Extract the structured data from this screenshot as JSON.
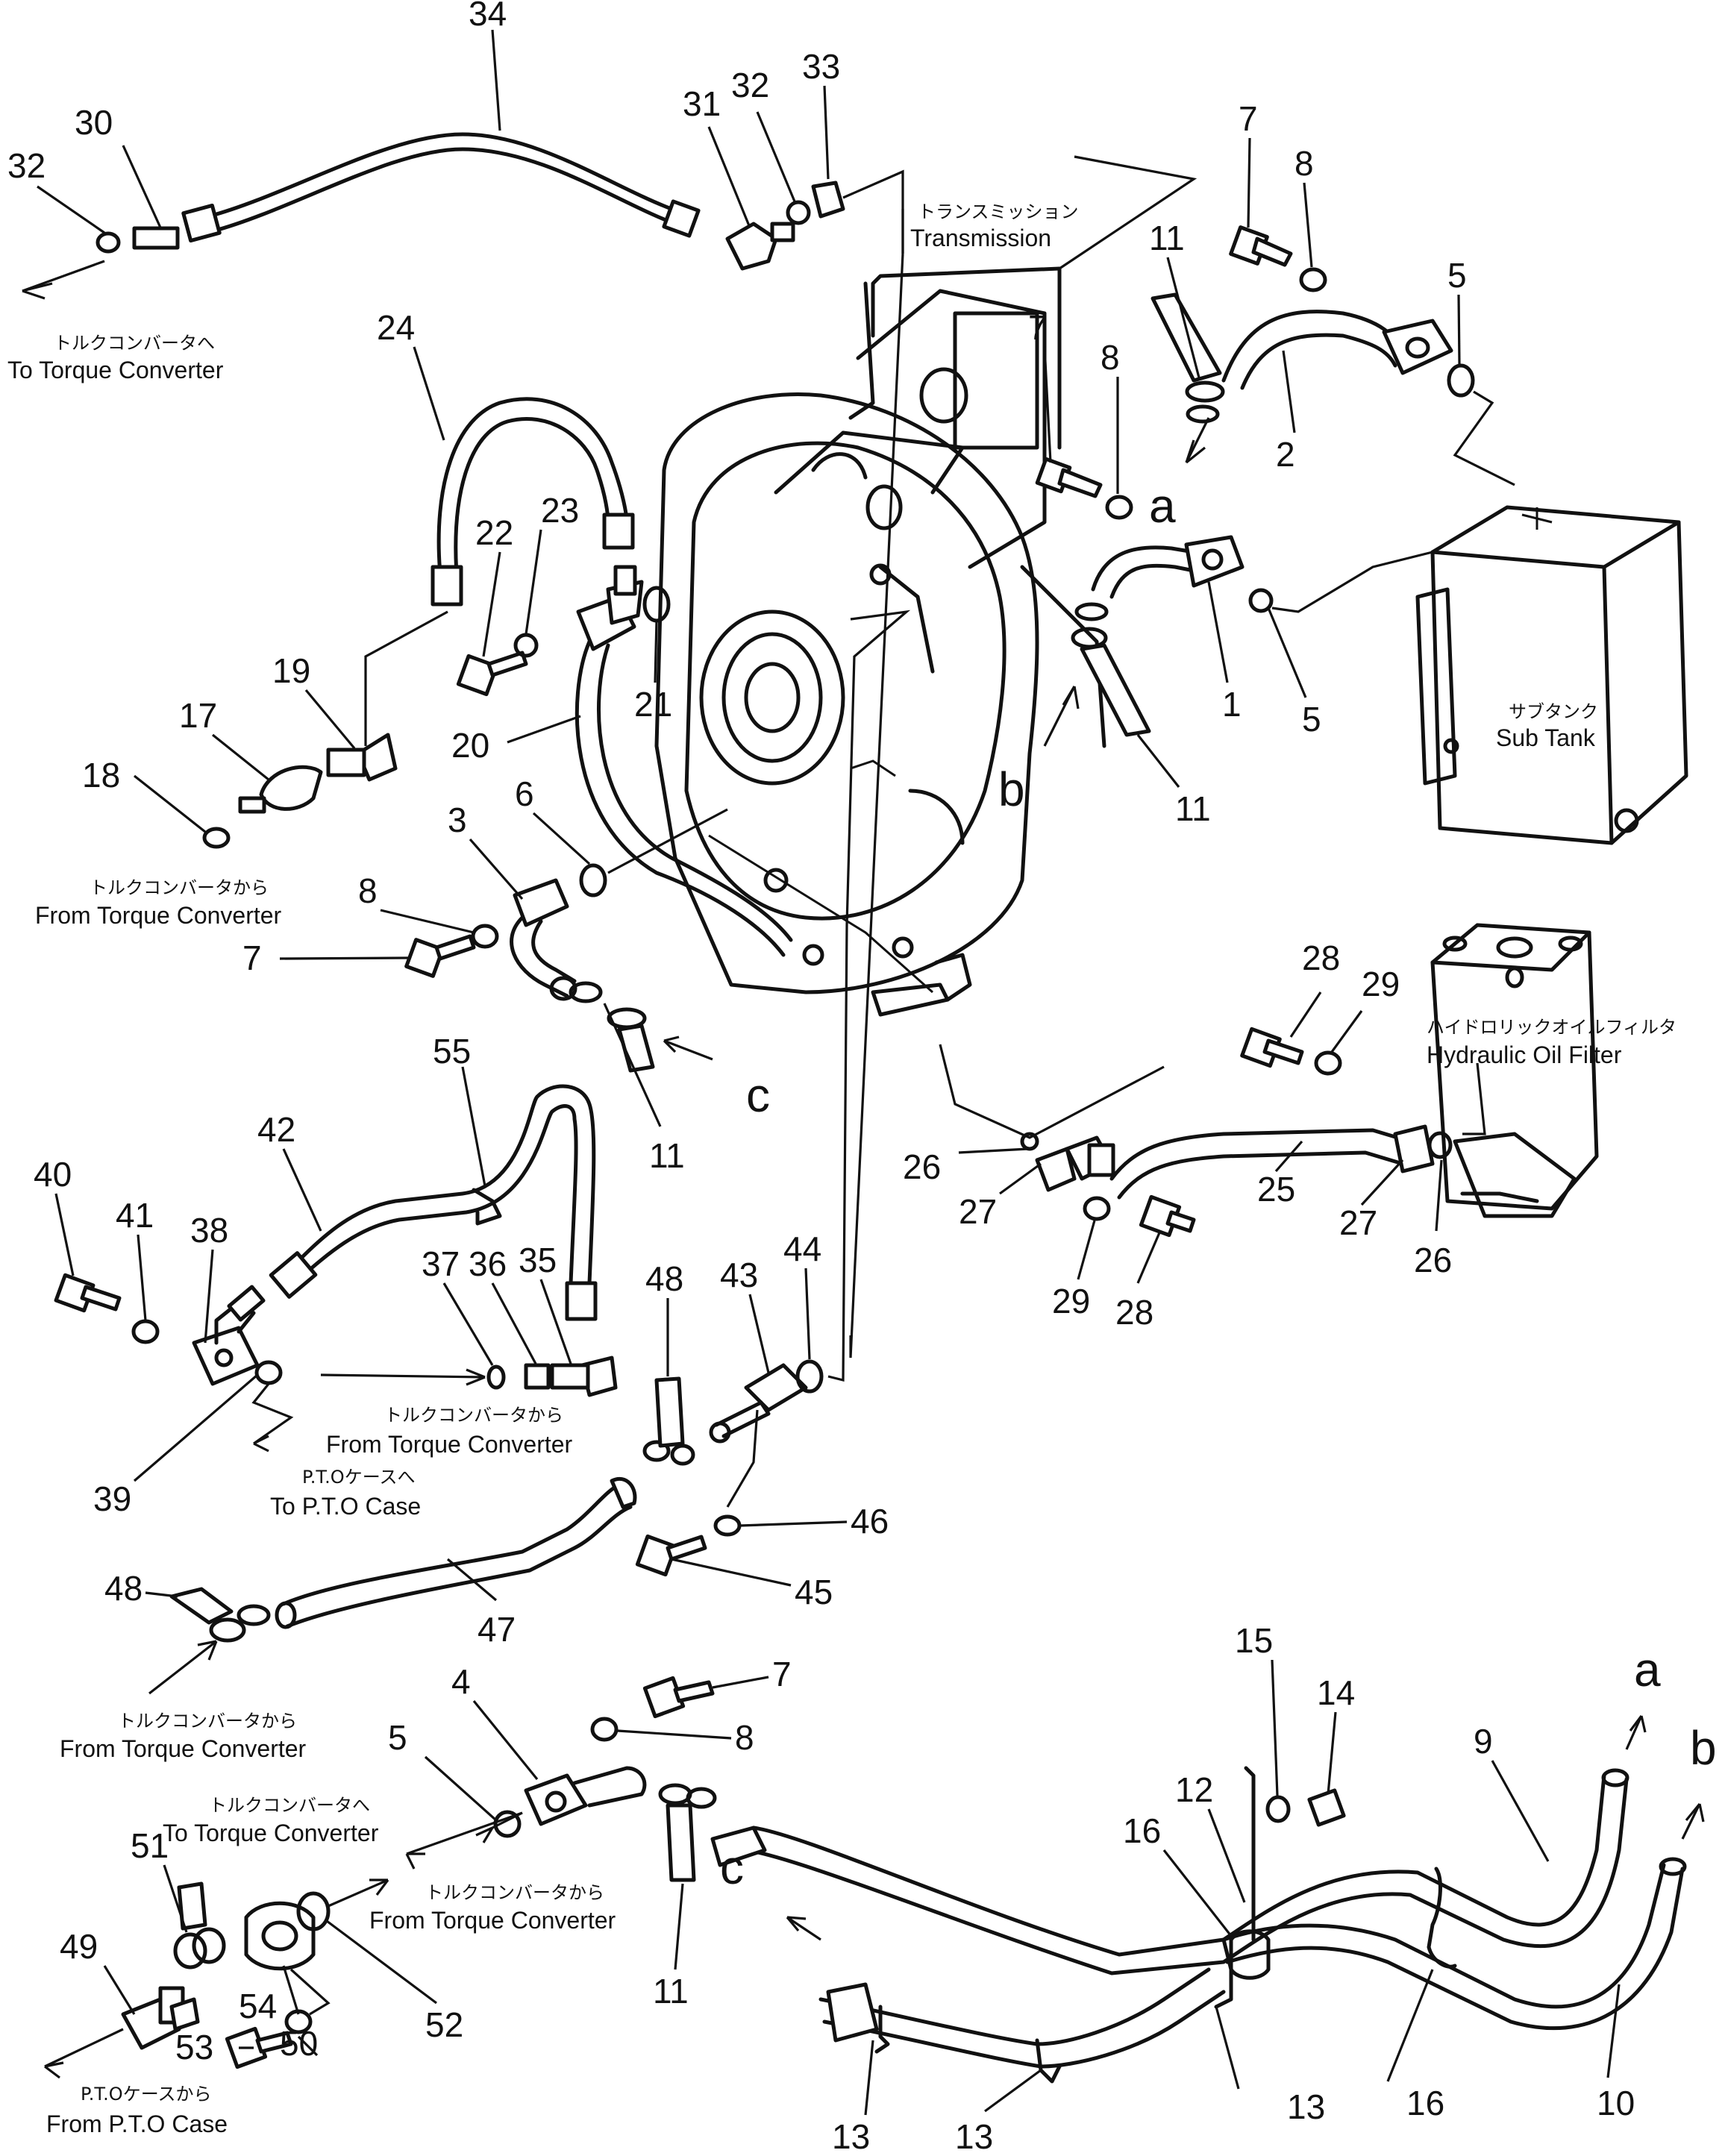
{
  "callouts": [
    {
      "id": "c34",
      "text": "34"
    },
    {
      "id": "c30",
      "text": "30"
    },
    {
      "id": "c32a",
      "text": "32"
    },
    {
      "id": "c31",
      "text": "31"
    },
    {
      "id": "c32b",
      "text": "32"
    },
    {
      "id": "c33",
      "text": "33"
    },
    {
      "id": "c7a",
      "text": "7"
    },
    {
      "id": "c8a",
      "text": "8"
    },
    {
      "id": "c11a",
      "text": "11"
    },
    {
      "id": "c5a",
      "text": "5"
    },
    {
      "id": "c2",
      "text": "2"
    },
    {
      "id": "c24",
      "text": "24"
    },
    {
      "id": "c7b",
      "text": "7"
    },
    {
      "id": "c8b",
      "text": "8"
    },
    {
      "id": "c22",
      "text": "22"
    },
    {
      "id": "c23",
      "text": "23"
    },
    {
      "id": "c1",
      "text": "1"
    },
    {
      "id": "c5b",
      "text": "5"
    },
    {
      "id": "c11b",
      "text": "11"
    },
    {
      "id": "c19",
      "text": "19"
    },
    {
      "id": "c17",
      "text": "17"
    },
    {
      "id": "c20",
      "text": "20"
    },
    {
      "id": "c21",
      "text": "21"
    },
    {
      "id": "c18",
      "text": "18"
    },
    {
      "id": "c6",
      "text": "6"
    },
    {
      "id": "c3",
      "text": "3"
    },
    {
      "id": "c8c",
      "text": "8"
    },
    {
      "id": "c7c",
      "text": "7"
    },
    {
      "id": "c11c",
      "text": "11"
    },
    {
      "id": "c28a",
      "text": "28"
    },
    {
      "id": "c29a",
      "text": "29"
    },
    {
      "id": "c55",
      "text": "55"
    },
    {
      "id": "c42",
      "text": "42"
    },
    {
      "id": "c40",
      "text": "40"
    },
    {
      "id": "c41",
      "text": "41"
    },
    {
      "id": "c38",
      "text": "38"
    },
    {
      "id": "c37",
      "text": "37"
    },
    {
      "id": "c36",
      "text": "36"
    },
    {
      "id": "c35",
      "text": "35"
    },
    {
      "id": "c48a",
      "text": "48"
    },
    {
      "id": "c43",
      "text": "43"
    },
    {
      "id": "c44",
      "text": "44"
    },
    {
      "id": "c26a",
      "text": "26"
    },
    {
      "id": "c27a",
      "text": "27"
    },
    {
      "id": "c29b",
      "text": "29"
    },
    {
      "id": "c25",
      "text": "25"
    },
    {
      "id": "c27b",
      "text": "27"
    },
    {
      "id": "c26b",
      "text": "26"
    },
    {
      "id": "c28b",
      "text": "28"
    },
    {
      "id": "c39",
      "text": "39"
    },
    {
      "id": "c46",
      "text": "46"
    },
    {
      "id": "c45",
      "text": "45"
    },
    {
      "id": "c48b",
      "text": "48"
    },
    {
      "id": "c47",
      "text": "47"
    },
    {
      "id": "c7d",
      "text": "7"
    },
    {
      "id": "c8d",
      "text": "8"
    },
    {
      "id": "c4",
      "text": "4"
    },
    {
      "id": "c5c",
      "text": "5"
    },
    {
      "id": "c15",
      "text": "15"
    },
    {
      "id": "c14",
      "text": "14"
    },
    {
      "id": "c12",
      "text": "12"
    },
    {
      "id": "c16a",
      "text": "16"
    },
    {
      "id": "c9",
      "text": "9"
    },
    {
      "id": "c51",
      "text": "51"
    },
    {
      "id": "c49",
      "text": "49"
    },
    {
      "id": "c52",
      "text": "52"
    },
    {
      "id": "c50",
      "text": "50"
    },
    {
      "id": "c54",
      "text": "54"
    },
    {
      "id": "c53",
      "text": "53"
    },
    {
      "id": "c11d",
      "text": "11"
    },
    {
      "id": "c13a",
      "text": "13"
    },
    {
      "id": "c13b",
      "text": "13"
    },
    {
      "id": "c13c",
      "text": "13"
    },
    {
      "id": "c16b",
      "text": "16"
    },
    {
      "id": "c10",
      "text": "10"
    }
  ],
  "letters": [
    {
      "id": "la1",
      "text": "a"
    },
    {
      "id": "lb1",
      "text": "b"
    },
    {
      "id": "lc1",
      "text": "c"
    },
    {
      "id": "lc2",
      "text": "c"
    },
    {
      "id": "la2",
      "text": "a"
    },
    {
      "id": "lb2",
      "text": "b"
    }
  ],
  "labels": {
    "to_tc_1": {
      "jp": "トルクコンバータへ",
      "en": "To Torque Converter"
    },
    "transmission": {
      "jp": "トランスミッション",
      "en": "Transmission"
    },
    "sub_tank": {
      "jp": "サブタンク",
      "en": "Sub Tank"
    },
    "from_tc_1": {
      "jp": "トルクコンバータから",
      "en": "From Torque Converter"
    },
    "hyd_filter": {
      "jp": "ハイドロリックオイルフィルタ",
      "en": "Hydraulic Oil Filter"
    },
    "from_tc_2": {
      "jp": "トルクコンバータから",
      "en": "From Torque Converter"
    },
    "to_pto": {
      "jp": "P.T.Oケースへ",
      "en": "To  P.T.O Case"
    },
    "from_tc_3": {
      "jp": "トルクコンバータから",
      "en": "From Torque Converter"
    },
    "to_tc_2": {
      "jp": "トルクコンバータへ",
      "en": "To Torque Converter"
    },
    "from_tc_4": {
      "jp": "トルクコンバータから",
      "en": "From Torque Converter"
    },
    "from_pto": {
      "jp": "P.T.Oケースから",
      "en": "From P.T.O Case"
    }
  }
}
